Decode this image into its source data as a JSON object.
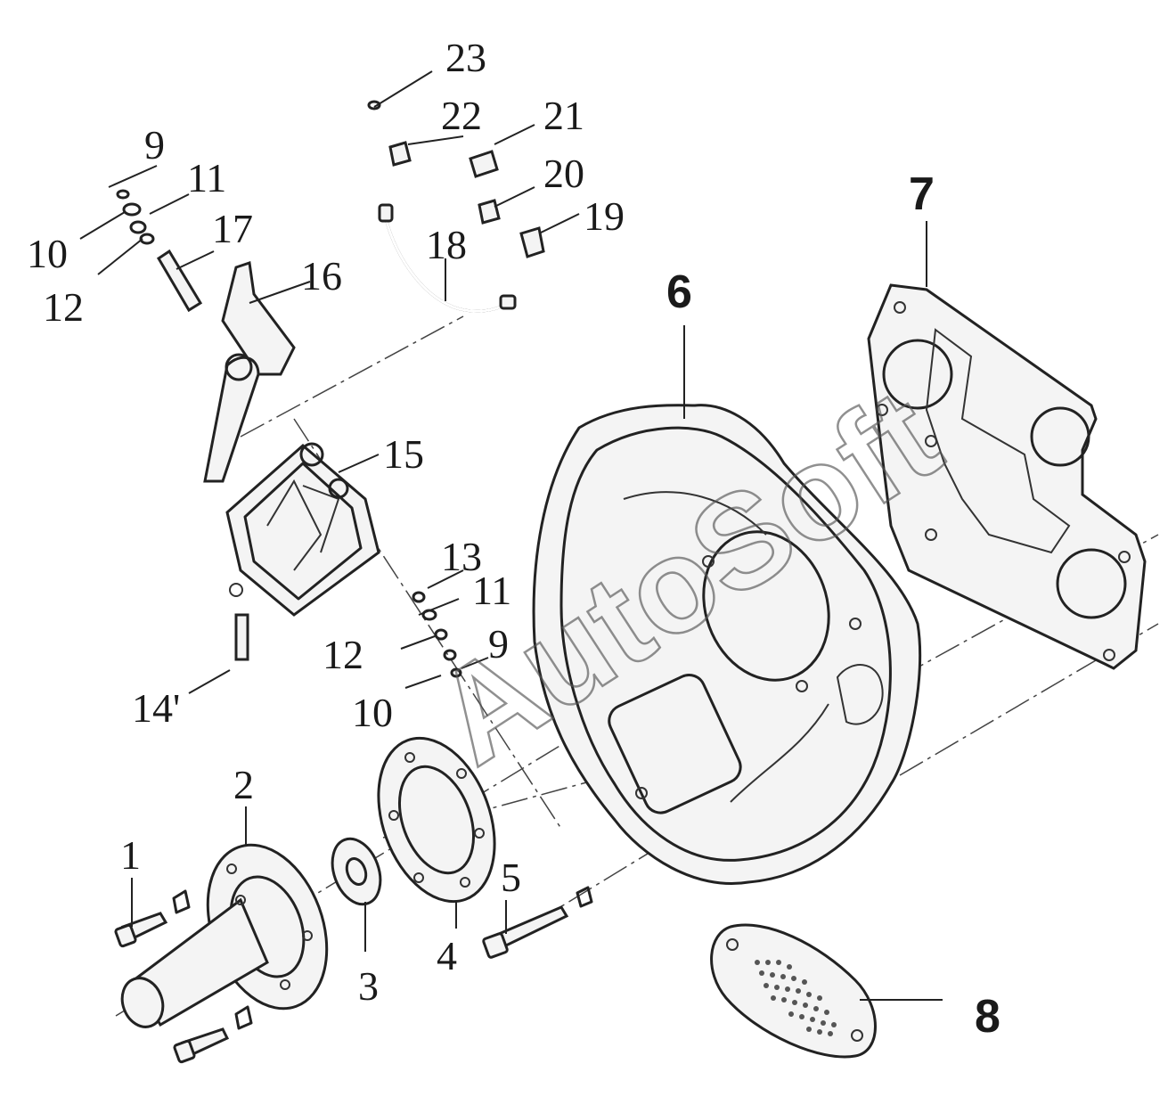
{
  "watermark": "AutoSoft",
  "labels": [
    {
      "id": "1",
      "text": "1"
    },
    {
      "id": "2",
      "text": "2"
    },
    {
      "id": "3",
      "text": "3"
    },
    {
      "id": "4",
      "text": "4"
    },
    {
      "id": "5",
      "text": "5"
    },
    {
      "id": "6",
      "text": "6"
    },
    {
      "id": "7",
      "text": "7"
    },
    {
      "id": "8",
      "text": "8"
    },
    {
      "id": "9a",
      "text": "9"
    },
    {
      "id": "9b",
      "text": "9"
    },
    {
      "id": "10a",
      "text": "10"
    },
    {
      "id": "10b",
      "text": "10"
    },
    {
      "id": "11a",
      "text": "11"
    },
    {
      "id": "11b",
      "text": "11"
    },
    {
      "id": "12a",
      "text": "12"
    },
    {
      "id": "12b",
      "text": "12"
    },
    {
      "id": "13",
      "text": "13"
    },
    {
      "id": "14",
      "text": "14'"
    },
    {
      "id": "15",
      "text": "15"
    },
    {
      "id": "16",
      "text": "16"
    },
    {
      "id": "17",
      "text": "17"
    },
    {
      "id": "18",
      "text": "18"
    },
    {
      "id": "19",
      "text": "19"
    },
    {
      "id": "20",
      "text": "20"
    },
    {
      "id": "21",
      "text": "21"
    },
    {
      "id": "22",
      "text": "22"
    },
    {
      "id": "23",
      "text": "23"
    }
  ]
}
